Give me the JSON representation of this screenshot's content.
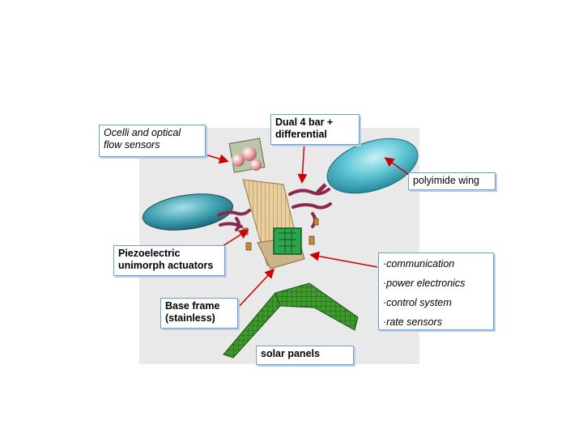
{
  "labels": {
    "ocelli": {
      "lines": [
        "Ocelli and optical",
        "flow sensors"
      ]
    },
    "dual_bar": {
      "lines": [
        "Dual 4 bar +",
        "differential"
      ]
    },
    "wing": {
      "lines": [
        "polyimide wing"
      ]
    },
    "piezo": {
      "lines": [
        "Piezoelectric",
        "unimorph actuators"
      ]
    },
    "base": {
      "lines": [
        "Base frame",
        "(stainless)"
      ]
    },
    "solar": {
      "lines": [
        "solar panels"
      ]
    },
    "electronics": {
      "lines": [
        "·communication",
        "·power electronics",
        "·control system",
        "·rate sensors"
      ]
    }
  },
  "colors": {
    "label_border": "#6e9fd2",
    "arrow": "#cc0000",
    "background_panel": "#e9e9e9",
    "wing_fill": "#5cc3d3",
    "solar_fill": "#3a8c2a",
    "actuator": "#8a2a4a"
  }
}
